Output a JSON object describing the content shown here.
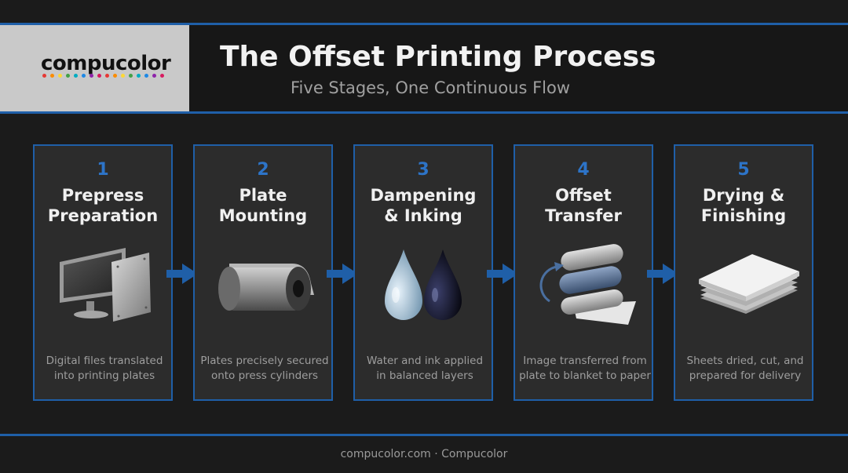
{
  "header": {
    "logo_text": "compucolor",
    "logo_dot_colors": [
      "#e53935",
      "#fb8c00",
      "#fdd835",
      "#43a047",
      "#00acc1",
      "#1e88e5",
      "#8e24aa",
      "#d81b60",
      "#e53935",
      "#fb8c00",
      "#fdd835",
      "#43a047",
      "#00acc1",
      "#1e88e5",
      "#8e24aa",
      "#d81b60"
    ],
    "title": "The Offset Printing Process",
    "subtitle": "Five Stages, One Continuous Flow"
  },
  "accent_color": "#1f5fa8",
  "stages": [
    {
      "number": "1",
      "title_lines": [
        "Prepress",
        "Preparation"
      ],
      "icon": "computer-monitor-and-plate-icon",
      "desc_lines": [
        "Digital files translated",
        "into printing plates"
      ]
    },
    {
      "number": "2",
      "title_lines": [
        "Plate",
        "Mounting"
      ],
      "icon": "plate-cylinder-icon",
      "desc_lines": [
        "Plates precisely secured",
        "onto press cylinders"
      ]
    },
    {
      "number": "3",
      "title_lines": [
        "Dampening",
        "& Inking"
      ],
      "icon": "water-and-ink-drops-icon",
      "desc_lines": [
        "Water and ink applied",
        "in balanced layers"
      ]
    },
    {
      "number": "4",
      "title_lines": [
        "Offset",
        "Transfer"
      ],
      "icon": "press-rollers-icon",
      "desc_lines": [
        "Image transferred from",
        "plate to blanket to paper"
      ]
    },
    {
      "number": "5",
      "title_lines": [
        "Drying &",
        "Finishing"
      ],
      "icon": "paper-stack-icon",
      "desc_lines": [
        "Sheets dried, cut, and",
        "prepared for delivery"
      ]
    }
  ],
  "footer": {
    "text": "compucolor.com · Compucolor"
  }
}
